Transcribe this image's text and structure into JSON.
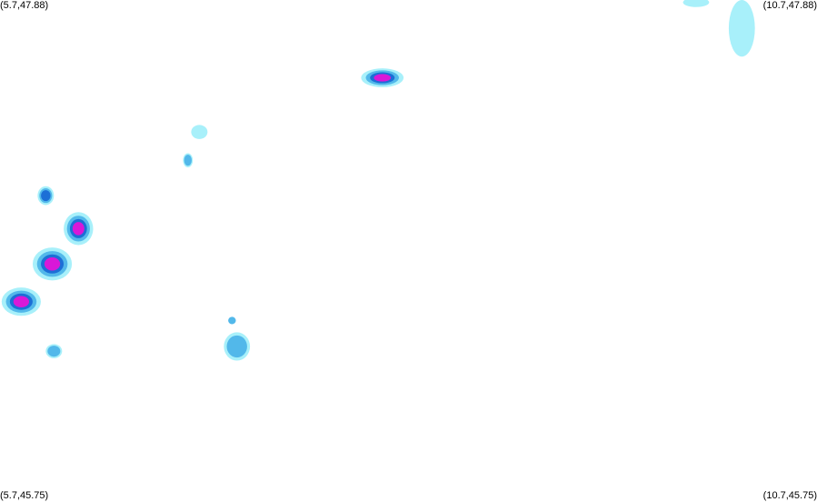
{
  "corners": {
    "top_left": "(5.7,47.88)",
    "top_right": "(10.7,47.88)",
    "bottom_left": "(5.7,45.75)",
    "bottom_right": "(10.7,45.75)"
  },
  "extent": {
    "lon_min": 5.7,
    "lon_max": 10.7,
    "lat_min": 45.75,
    "lat_max": 47.88
  },
  "intensity_colors": {
    "light": "#a8f0fa",
    "mid": "#52b8ea",
    "strong": "#1c6fd6",
    "heavy": "#d818d8"
  },
  "echoes": [
    {
      "name": "echo-northeast",
      "lon": 10.24,
      "lat": 47.76,
      "rx": 0.08,
      "ry": 0.12,
      "levels": [
        "light"
      ]
    },
    {
      "name": "echo-northeast-top",
      "lon": 9.96,
      "lat": 47.87,
      "rx": 0.08,
      "ry": 0.02,
      "levels": [
        "light"
      ]
    },
    {
      "name": "echo-north-center",
      "lon": 8.04,
      "lat": 47.55,
      "rx": 0.13,
      "ry": 0.04,
      "levels": [
        "light",
        "mid",
        "strong",
        "heavy"
      ]
    },
    {
      "name": "echo-center-small-1",
      "lon": 6.92,
      "lat": 47.32,
      "rx": 0.05,
      "ry": 0.03,
      "levels": [
        "light"
      ]
    },
    {
      "name": "echo-center-small-2",
      "lon": 6.85,
      "lat": 47.2,
      "rx": 0.03,
      "ry": 0.03,
      "levels": [
        "light",
        "mid"
      ]
    },
    {
      "name": "echo-west-1",
      "lon": 5.98,
      "lat": 47.05,
      "rx": 0.05,
      "ry": 0.04,
      "levels": [
        "light",
        "mid",
        "strong"
      ]
    },
    {
      "name": "echo-west-2",
      "lon": 6.18,
      "lat": 46.91,
      "rx": 0.09,
      "ry": 0.07,
      "levels": [
        "light",
        "mid",
        "strong",
        "heavy"
      ]
    },
    {
      "name": "echo-west-3",
      "lon": 6.02,
      "lat": 46.76,
      "rx": 0.12,
      "ry": 0.07,
      "levels": [
        "light",
        "mid",
        "strong",
        "heavy"
      ]
    },
    {
      "name": "echo-west-4",
      "lon": 5.83,
      "lat": 46.6,
      "rx": 0.12,
      "ry": 0.06,
      "levels": [
        "light",
        "mid",
        "strong",
        "heavy"
      ]
    },
    {
      "name": "echo-southwest-small",
      "lon": 6.03,
      "lat": 46.39,
      "rx": 0.05,
      "ry": 0.03,
      "levels": [
        "light",
        "mid"
      ]
    },
    {
      "name": "echo-south-center",
      "lon": 7.15,
      "lat": 46.41,
      "rx": 0.08,
      "ry": 0.06,
      "levels": [
        "light",
        "mid"
      ]
    },
    {
      "name": "echo-south-center-tail",
      "lon": 7.12,
      "lat": 46.52,
      "rx": 0.03,
      "ry": 0.02,
      "levels": [
        "mid"
      ]
    }
  ]
}
